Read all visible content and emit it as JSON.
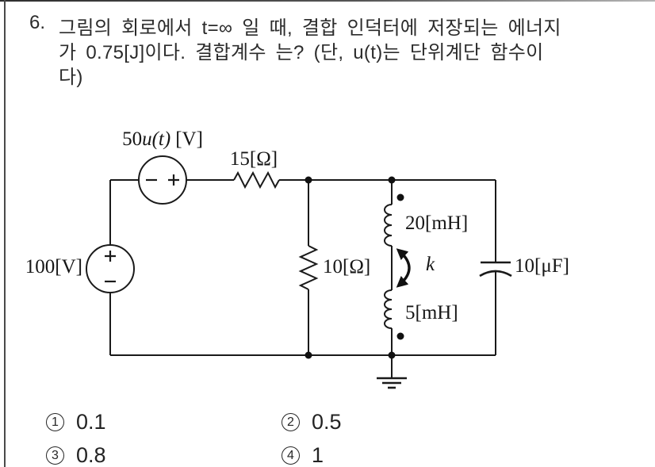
{
  "question": {
    "number": "6.",
    "line1": "그림의 회로에서 t=∞ 일 때, 결합 인덕터에 저장되는 에너지",
    "line2": "가 0.75[J]이다. 결합계수 는? (단, u(t)는 단위계단 함수이",
    "line3": "다)"
  },
  "circuit": {
    "dc_source_label": "100[V]",
    "step_source": {
      "amplitude": "50",
      "function": "u(t)",
      "unit": "[V]"
    },
    "series_resistor_label": "15[Ω]",
    "shunt_resistor_label": "10[Ω]",
    "primary_inductor_label": "20[mH]",
    "secondary_inductor_label": "5[mH]",
    "coupling_coefficient_label": "k",
    "capacitor_label": "10[μF]"
  },
  "choices": [
    {
      "number": "1",
      "value": "0.1"
    },
    {
      "number": "2",
      "value": "0.5"
    },
    {
      "number": "3",
      "value": "0.8"
    },
    {
      "number": "4",
      "value": "1"
    }
  ],
  "colors": {
    "ink": "#1a1a1a",
    "text": "#2b2b2b"
  }
}
